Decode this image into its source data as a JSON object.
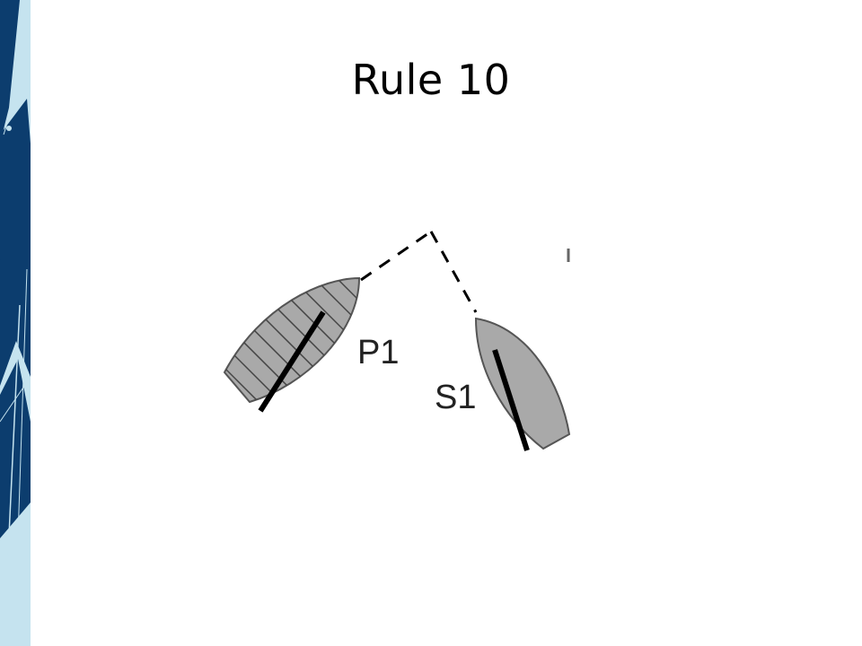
{
  "slide": {
    "title": "Rule 10"
  },
  "diagram": {
    "boats": [
      {
        "label": "P1",
        "pattern": "hatched"
      },
      {
        "label": "S1",
        "pattern": "solid"
      }
    ]
  },
  "colors": {
    "band_light": "#c5e3ef",
    "band_dark": "#0c3d6e",
    "hull_fill": "#a9a9a9",
    "hull_stroke": "#555555",
    "boom": "#000000"
  }
}
